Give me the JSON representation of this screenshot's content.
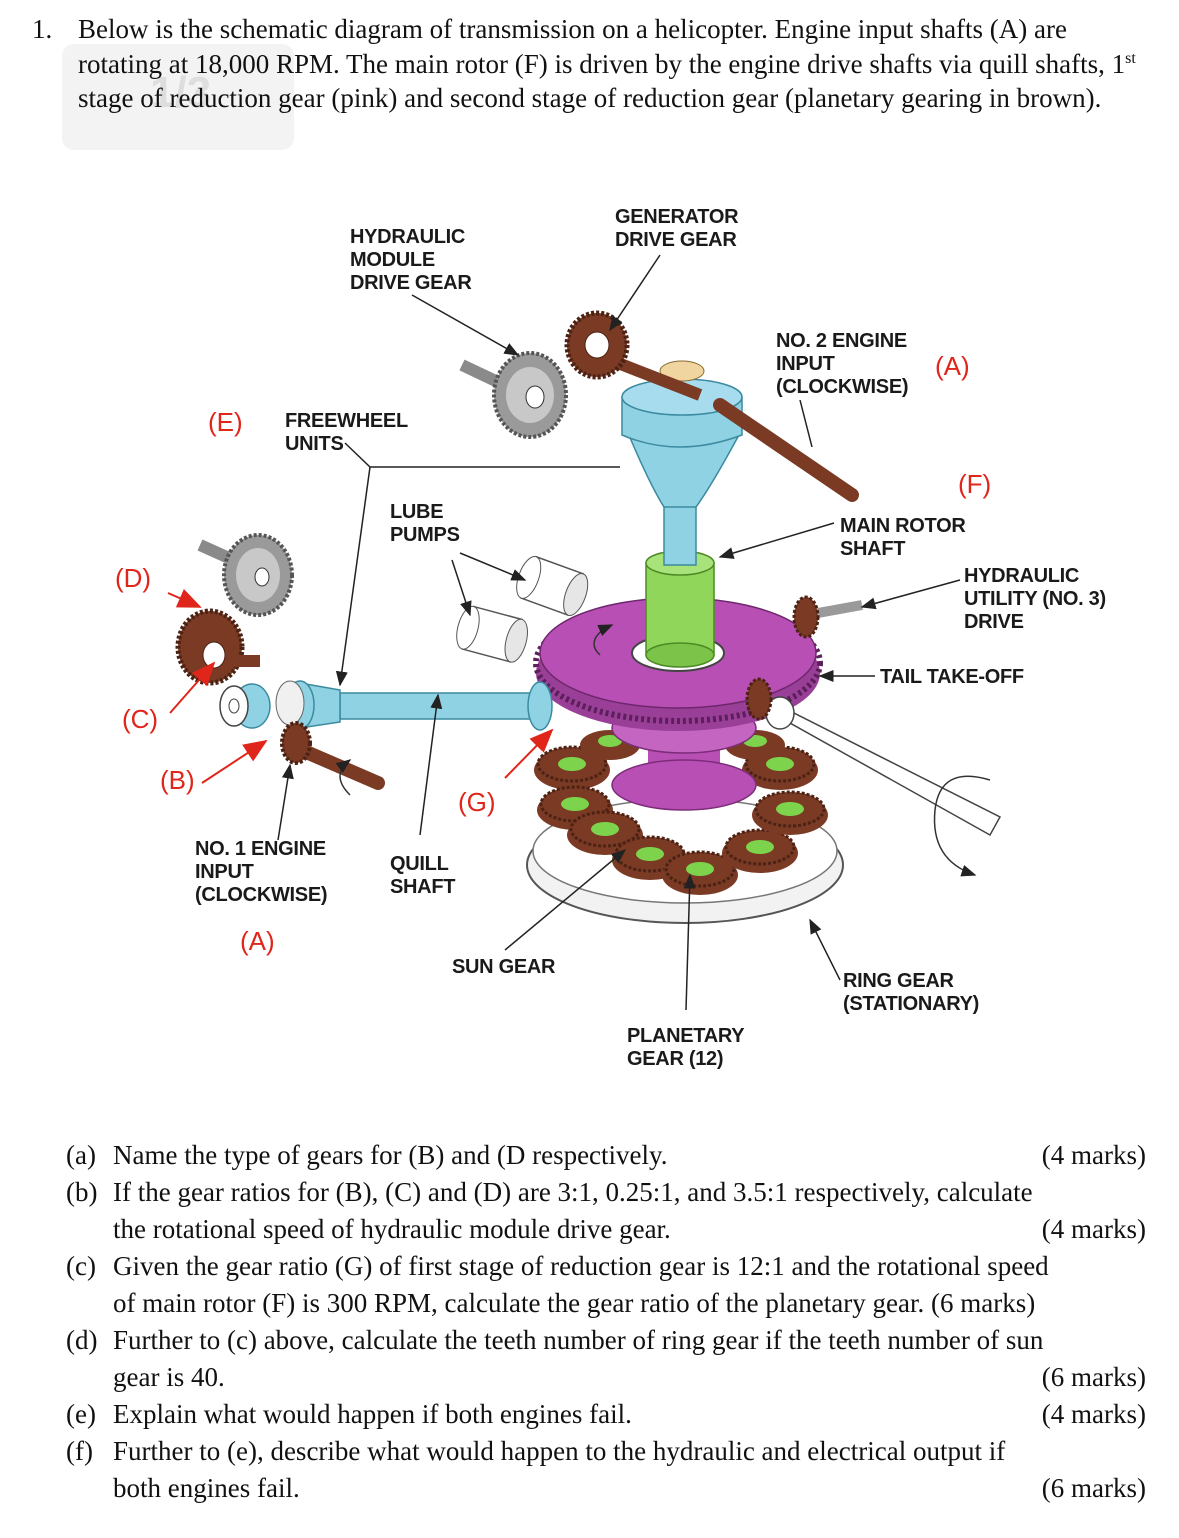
{
  "question": {
    "number": "1.",
    "intro_parts": [
      "Below is the schematic diagram of transmission on a helicopter. Engine input shafts (A) are rotating at 18,000 RPM. The main rotor (F) is driven by the engine drive shafts via quill shafts, 1",
      "st",
      " stage of reduction gear (pink) and second stage of reduction gear (planetary gearing in brown)."
    ],
    "watermark": "1/3"
  },
  "diagram": {
    "labels": {
      "hydraulic_module": [
        "HYDRAULIC",
        "MODULE",
        "DRIVE GEAR"
      ],
      "generator": [
        "GENERATOR",
        "DRIVE GEAR"
      ],
      "no2_engine": [
        "NO. 2 ENGINE",
        "INPUT",
        "(CLOCKWISE)"
      ],
      "freewheel": [
        "FREEWHEEL",
        "UNITS"
      ],
      "lube_pumps": [
        "LUBE",
        "PUMPS"
      ],
      "main_rotor": [
        "MAIN ROTOR",
        "SHAFT"
      ],
      "hydraulic_utility": [
        "HYDRAULIC",
        "UTILITY (NO. 3)",
        "DRIVE"
      ],
      "tail_takeoff": "TAIL TAKE-OFF",
      "no1_engine": [
        "NO. 1 ENGINE",
        "INPUT",
        "(CLOCKWISE)"
      ],
      "quill_shaft": [
        "QUILL",
        "SHAFT"
      ],
      "sun_gear": "SUN GEAR",
      "ring_gear": [
        "RING GEAR",
        "(STATIONARY)"
      ],
      "planetary_gear": [
        "PLANETARY",
        "GEAR (12)"
      ]
    },
    "markers": {
      "A_top": "(A)",
      "A_bottom": "(A)",
      "B": "(B)",
      "C": "(C)",
      "D": "(D)",
      "E": "(E)",
      "F": "(F)",
      "G": "(G)"
    },
    "colors": {
      "pink_gear": "#b84fb5",
      "brown_gear": "#7a3a24",
      "blue_shaft": "#8fd2e3",
      "green_shaft": "#8fd65a",
      "grey_gear": "#9a9a9a",
      "marker_red": "#e0261b"
    }
  },
  "parts": [
    {
      "label": "(a)",
      "lines": [
        "Name the type of gears for (B) and (D respectively."
      ],
      "marks": "(4 marks)"
    },
    {
      "label": "(b)",
      "lines": [
        "If the gear ratios for (B), (C) and (D) are 3:1, 0.25:1, and 3.5:1 respectively, calculate",
        "the rotational speed of hydraulic module drive gear."
      ],
      "marks": "(4 marks)"
    },
    {
      "label": "(c)",
      "lines": [
        "Given the gear ratio (G) of first stage of reduction gear is 12:1 and the rotational speed",
        "of main rotor (F) is 300 RPM, calculate the gear ratio of the planetary gear."
      ],
      "marks": "(6 marks)"
    },
    {
      "label": "(d)",
      "lines": [
        "Further to (c) above, calculate the teeth number of ring gear if the teeth number of sun",
        "gear is 40."
      ],
      "marks": "(6 marks)"
    },
    {
      "label": "(e)",
      "lines": [
        "Explain what would happen if both engines fail."
      ],
      "marks": "(4 marks)"
    },
    {
      "label": "(f)",
      "lines": [
        "Further to (e), describe what would happen to the hydraulic and electrical output if",
        "both engines fail."
      ],
      "marks": "(6 marks)"
    }
  ]
}
